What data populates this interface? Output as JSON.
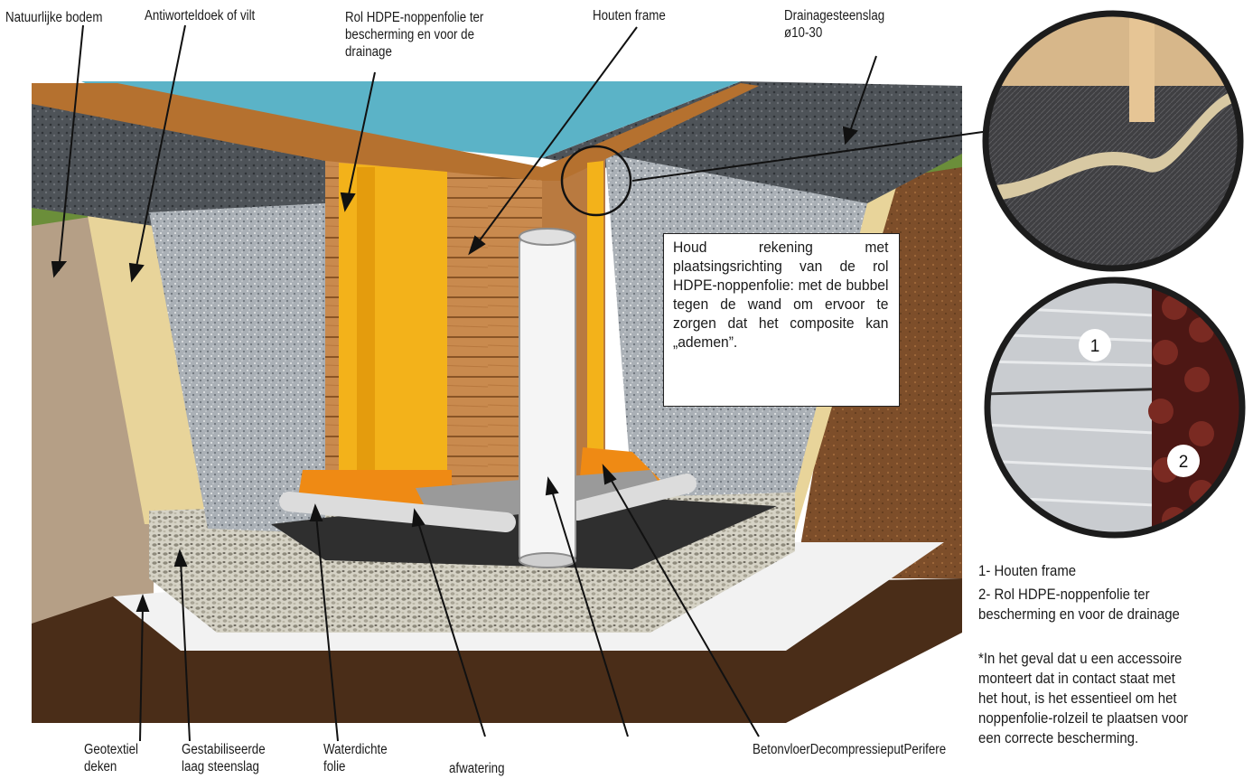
{
  "labels": {
    "natural_soil": "Natuurlijke bodem",
    "root_cloth": "Antiworteldoek of vilt",
    "hdpe_roll": "Rol HDPE-noppenfolie ter\nbescherming en voor de\ndrainage",
    "wood_frame": "Houten frame",
    "drain_gravel": "Drainagesteenslag\nø10-30",
    "geotextile": "Geotextiel\ndeken",
    "stabilized": "Gestabiliseerde\nlaag steenslag",
    "waterproof": "Waterdichte\nfolie",
    "drainage": "afwatering",
    "bottom_right": "BetonvloerDecompressieputPerifere"
  },
  "note": "Houd rekening met plaatsingsrichting van de rol HDPE-noppenfolie: met de bubbel tegen de wand om ervoor te zorgen dat het composite kan „ademen”.",
  "detail_markers": {
    "one": "1",
    "two": "2"
  },
  "legend": {
    "item1": "1- Houten frame",
    "item2": "2- Rol HDPE-noppenfolie ter\nbescherming en voor de drainage",
    "footnote": "*In het geval dat u een accessoire\nmonteert dat in contact staat met\nhet hout, is het essentieel om het\nnoppenfolie-rolzeil te plaatsen voor\neen correcte bescherming."
  }
}
